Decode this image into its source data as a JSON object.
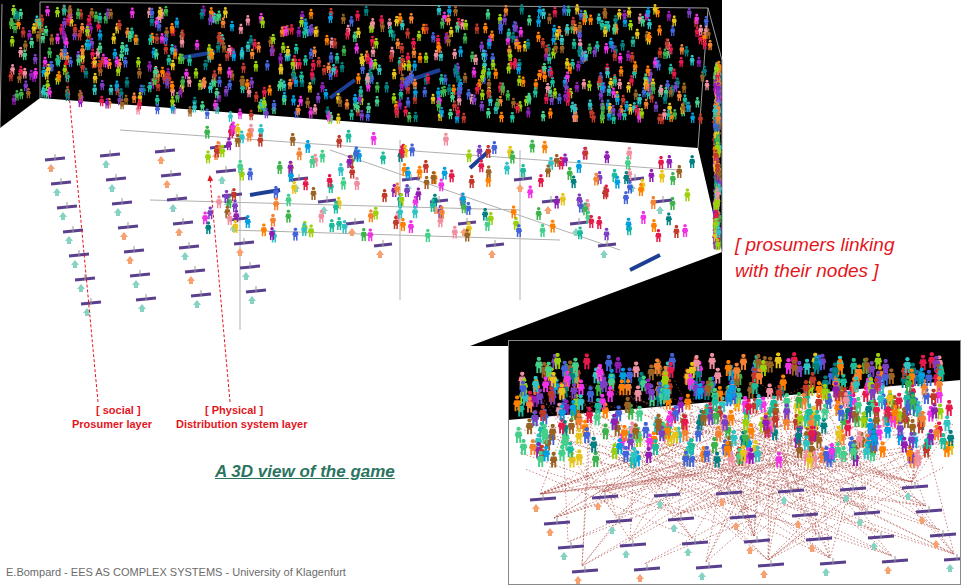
{
  "diagram": {
    "caption": "A 3D view of the game",
    "labels": [
      "[ social ]",
      "Prosumer layer",
      "[ Physical ]",
      "Distribution system layer",
      "[ prosumers linking with their nodes ]",
      "E.Bompard - EES AS COMPLEX SYSTEMS - University of Klagenfurt"
    ]
  }
}
